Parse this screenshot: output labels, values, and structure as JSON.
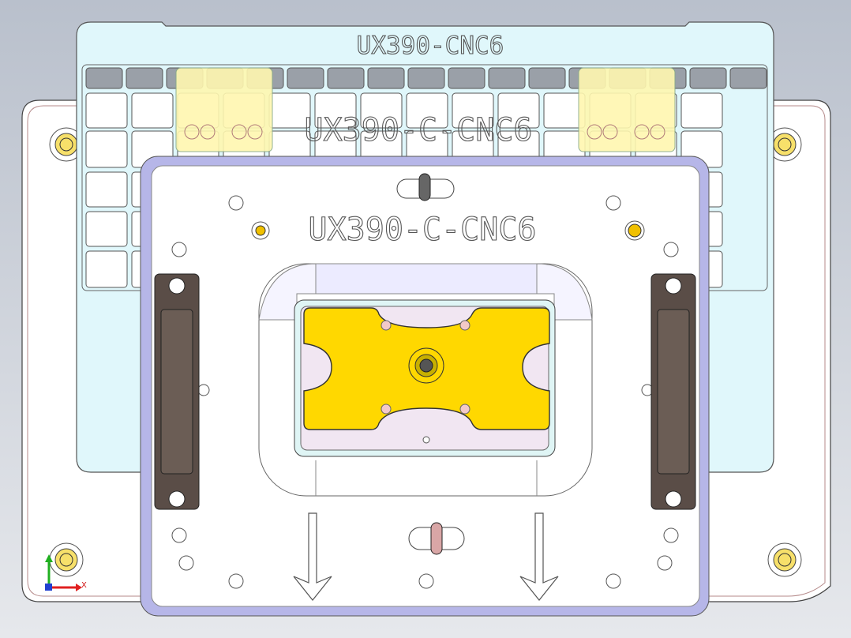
{
  "labels": {
    "top_plate": "UX390-CNC6",
    "middle_plate": "UX390-C-CNC6",
    "front_plate": "UX390-C-CNC6"
  },
  "triad": {
    "x_label": "X"
  },
  "colors": {
    "background_top": "#b9c0cc",
    "background_bottom": "#e6e8ec",
    "base_plate": "#ffffff",
    "top_plate": "#e0f7fb",
    "front_plate": "#ffffff",
    "front_plate_edge": "#b6b6e8",
    "workpiece": "#ffd800",
    "pocket": "#f1e6f2",
    "handles": "#5a4d47",
    "pads": "#fff7b0"
  },
  "icons": [
    "locating-pin-icon",
    "handle-icon",
    "arrow-down-icon",
    "axis-triad-icon",
    "screw-icon"
  ]
}
